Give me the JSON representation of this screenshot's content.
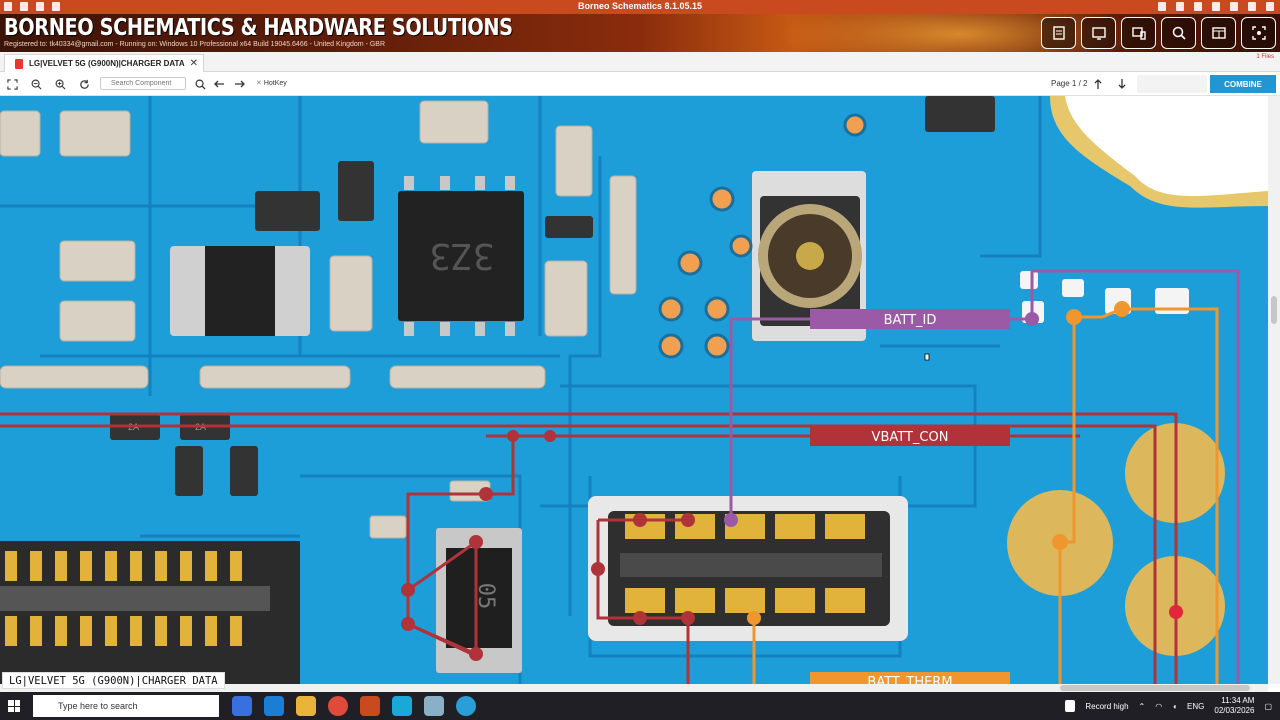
{
  "app": {
    "title": "Borneo Schematics 8.1.05.15",
    "brand": "BORNEO SCHEMATICS & HARDWARE SOLUTIONS",
    "registered_line": "Registered to: tk40334@gmail.com - Running on: Windows 10 Professional x64 Build 19045.6466 - United Kingdom - GBR"
  },
  "tab": {
    "label": "LG|VELVET 5G (G900N)|CHARGER DATA",
    "close": "✕",
    "flag": "1 Files"
  },
  "viewer": {
    "search_placeholder": "Search Component",
    "hotkey": "HotKey",
    "page_info": "Page 1 / 2",
    "combine_label": "COMBINE"
  },
  "board": {
    "labels": {
      "batt_id": "BATT_ID",
      "vbatt_con": "VBATT_CON",
      "batt_therm": "BATT_THERM",
      "ic_marking": "3Z3",
      "inductor_marking": "05",
      "cap_marking": "2A"
    },
    "doc_label": "LG|VELVET 5G (G900N)|CHARGER DATA",
    "colors": {
      "board": "#1d9ed8",
      "batt_id": "#9b5aa5",
      "vbatt_con": "#b0333a",
      "batt_therm": "#f0962f"
    }
  },
  "taskbar": {
    "search_placeholder": "Type here to search",
    "record": "Record high",
    "lang": "ENG",
    "time": "11:34 AM",
    "date": "02/03/2026"
  }
}
